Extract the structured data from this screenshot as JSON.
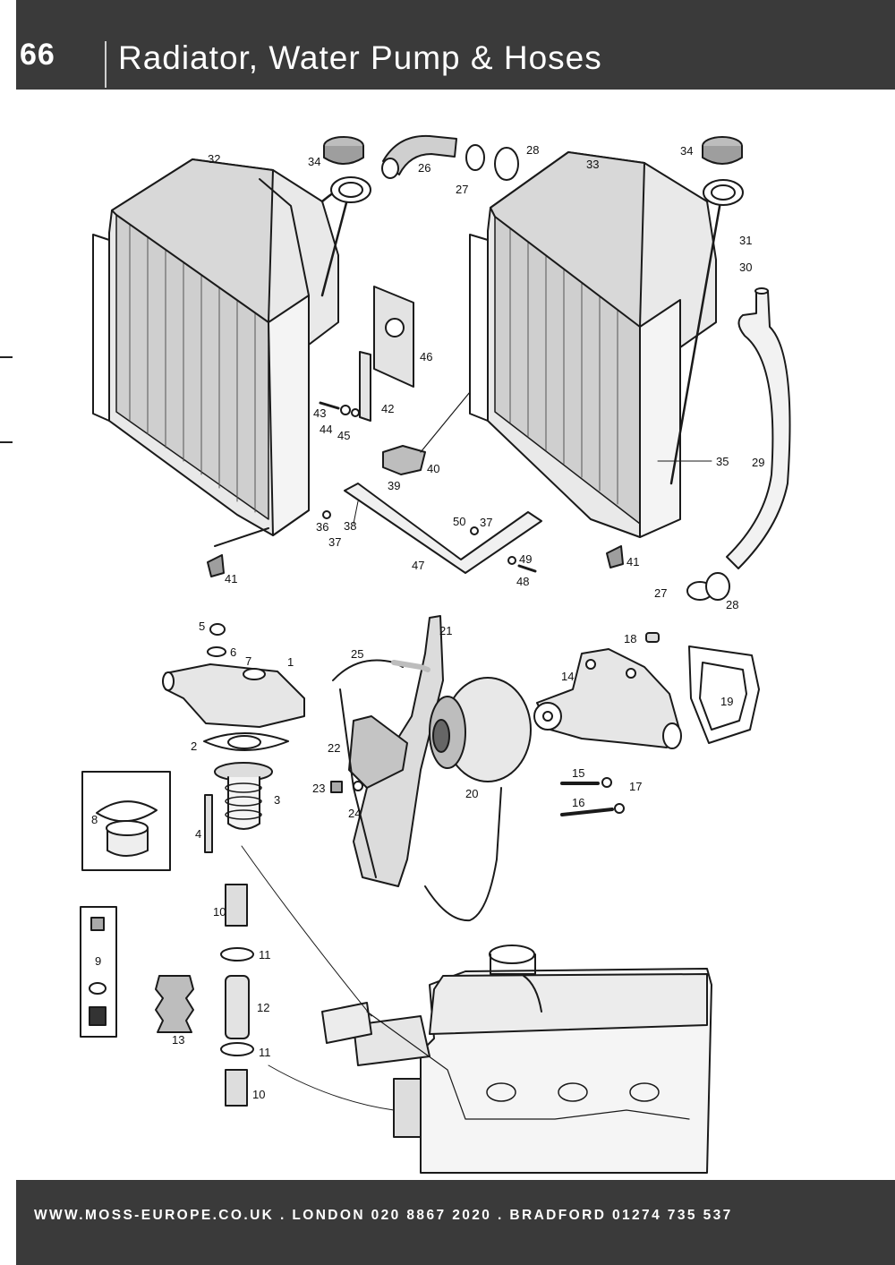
{
  "header": {
    "page_number": "66",
    "title": "Radiator, Water Pump & Hoses"
  },
  "footer": {
    "text": "WWW.MOSS-EUROPE.CO.UK . LONDON 020 8867 2020 . BRADFORD 01274 735 537"
  },
  "diagram": {
    "part_labels": [
      "32",
      "34",
      "26",
      "28",
      "27",
      "33",
      "34",
      "31",
      "30",
      "46",
      "42",
      "43",
      "44",
      "45",
      "40",
      "39",
      "35",
      "29",
      "50",
      "37",
      "36",
      "38",
      "37",
      "47",
      "49",
      "48",
      "41",
      "41",
      "27",
      "28",
      "5",
      "6",
      "7",
      "1",
      "25",
      "21",
      "18",
      "14",
      "19",
      "2",
      "22",
      "20",
      "15",
      "17",
      "16",
      "3",
      "23",
      "24",
      "8",
      "4",
      "10",
      "11",
      "9",
      "12",
      "13",
      "11",
      "10"
    ]
  },
  "colors": {
    "header_bg": "#3a3a3a",
    "header_text": "#ffffff",
    "footer_bg": "#3a3a3a",
    "line_art": "#1a1a1a"
  }
}
